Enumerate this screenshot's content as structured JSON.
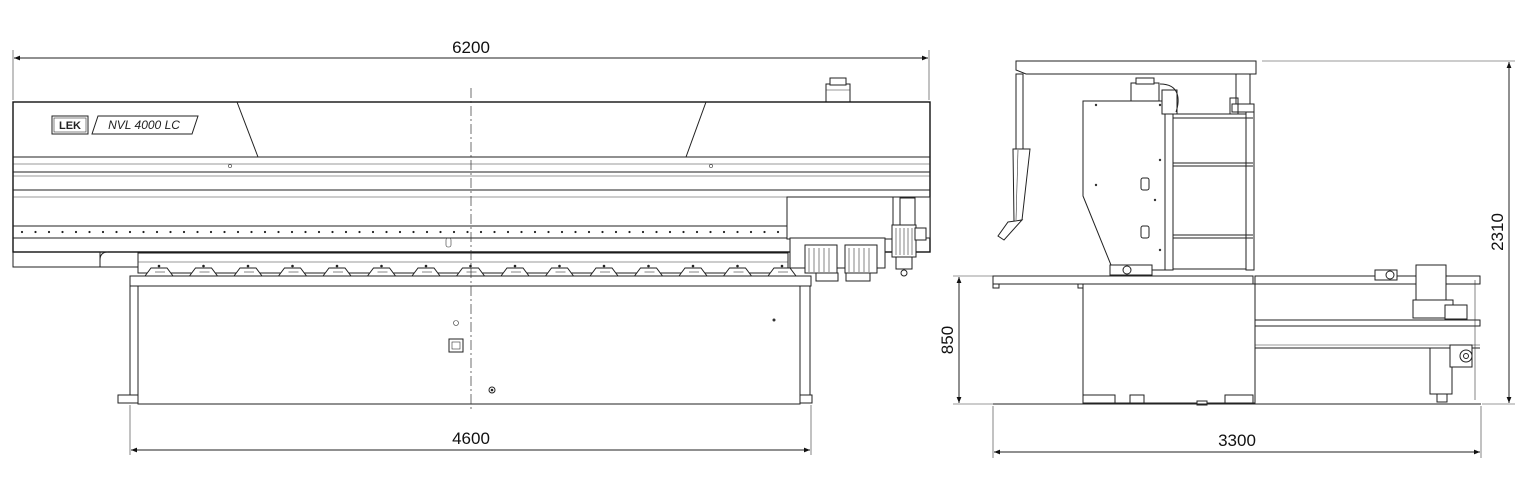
{
  "dimensions": {
    "front_total_width": "6200",
    "front_base_width": "4600",
    "side_total_height": "2310",
    "side_table_height": "850",
    "side_total_depth": "3300"
  },
  "machine": {
    "logo": "LEK",
    "model": "NVL 4000 LC"
  }
}
